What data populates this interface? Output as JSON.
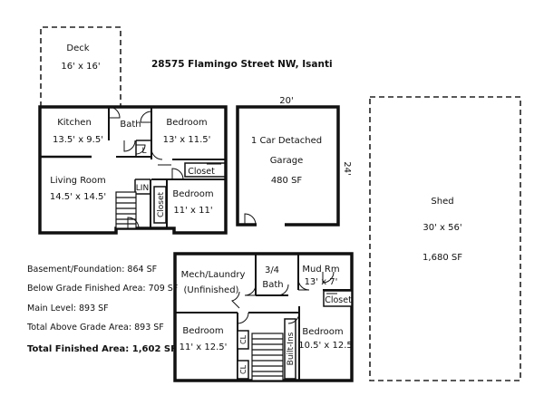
{
  "title": "28575 Flamingo Street NW, Isanti",
  "deck": {
    "label": "Deck",
    "size": "16' x 16'"
  },
  "main_level": {
    "kitchen": {
      "label": "Kitchen",
      "size": "13.5' x 9.5'"
    },
    "bath": {
      "label": "Bath"
    },
    "bedroom1": {
      "label": "Bedroom",
      "size": "13' x 11.5'"
    },
    "living": {
      "label": "Living Room",
      "size": "14.5' x 14.5'"
    },
    "bedroom2": {
      "label": "Bedroom",
      "size": "11' x 11'"
    },
    "closet_h": "Closet",
    "closet_v": "Closet",
    "lin": "LIN",
    "l_mark": "L"
  },
  "garage": {
    "width": "20'",
    "depth": "24'",
    "line1": "1 Car Detached",
    "line2": "Garage",
    "area": "480 SF"
  },
  "shed": {
    "label": "Shed",
    "size": "30' x 56'",
    "area": "1,680 SF"
  },
  "basement": {
    "mech": {
      "line1": "Mech/Laundry",
      "line2": "(Unfinished)"
    },
    "bath": {
      "line1": "3/4",
      "line2": "Bath"
    },
    "mud": {
      "label": "Mud Rm",
      "size": "13' x 7'"
    },
    "closet": "Closet",
    "bedroom_left": {
      "label": "Bedroom",
      "size": "11' x 12.5'"
    },
    "bedroom_right": {
      "label": "Bedroom",
      "size": "10.5' x 12.5"
    },
    "builtins": "Built-Ins",
    "cl1": "CL",
    "cl2": "CL"
  },
  "summary": {
    "basement_foundation": "Basement/Foundation: 864 SF",
    "below_grade": "Below Grade Finished Area: 709 SF",
    "main_level": "Main Level: 893 SF",
    "total_above": "Total Above Grade Area: 893 SF",
    "total_finished": "Total Finished Area: 1,602 SF"
  }
}
